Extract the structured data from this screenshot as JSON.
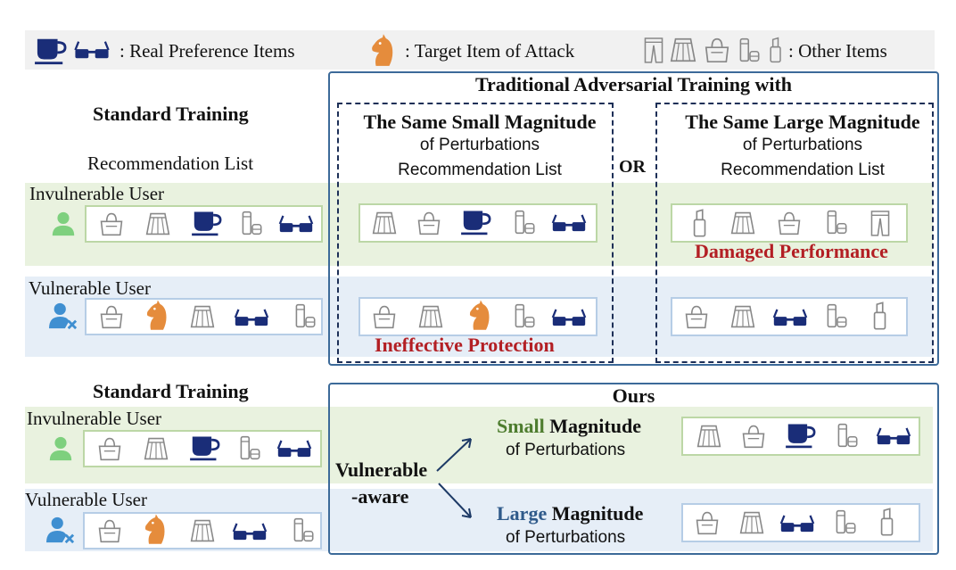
{
  "legend": {
    "real_label": ": Real Preference Items",
    "target_label": ": Target Item of Attack",
    "other_label": ": Other Items"
  },
  "top": {
    "left_title": "Standard Training",
    "rec_list_label": "Recommendation List",
    "invulnerable_user": "Invulnerable User",
    "vulnerable_user": "Vulnerable User",
    "adv_title": "Traditional Adversarial Training with",
    "or_label": "OR",
    "small_box": {
      "line1": "The Same Small Magnitude",
      "line2": "of Perturbations",
      "line3": "Recommendation List",
      "note": "Ineffective Protection"
    },
    "large_box": {
      "line1": "The Same Large Magnitude",
      "line2": "of Perturbations",
      "line3": "Recommendation List",
      "note": "Damaged Performance"
    }
  },
  "bottom": {
    "left_title": "Standard Training",
    "invulnerable_user": "Invulnerable User",
    "vulnerable_user": "Vulnerable User",
    "ours_title": "Ours",
    "vulnerable_aware_1": "Vulnerable",
    "vulnerable_aware_2": "-aware",
    "small_word": "Small",
    "large_word": "Large",
    "magnitude_word": " Magnitude",
    "perturb_label": "of Perturbations"
  },
  "colors": {
    "navy": "#1a2d78",
    "orange": "#e58c3c",
    "green_user": "#7ed07e",
    "blue_user": "#3f8fd1",
    "red_text": "#b31f24",
    "small_green": "#4e7d2f",
    "large_blue": "#2f5a8a"
  }
}
